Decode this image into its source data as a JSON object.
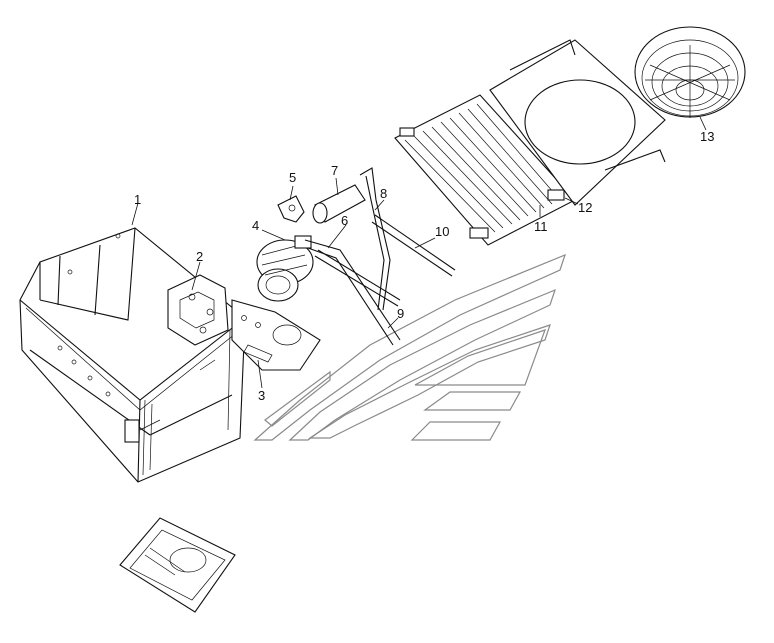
{
  "callouts": [
    {
      "id": "1",
      "text": "1"
    },
    {
      "id": "2",
      "text": "2"
    },
    {
      "id": "3",
      "text": "3"
    },
    {
      "id": "4",
      "text": "4"
    },
    {
      "id": "5",
      "text": "5"
    },
    {
      "id": "6",
      "text": "6"
    },
    {
      "id": "7",
      "text": "7"
    },
    {
      "id": "8",
      "text": "8"
    },
    {
      "id": "9",
      "text": "9"
    },
    {
      "id": "10",
      "text": "10"
    },
    {
      "id": "11",
      "text": "11"
    },
    {
      "id": "12",
      "text": "12"
    },
    {
      "id": "13",
      "text": "13"
    }
  ],
  "colors": {
    "line": "#111111",
    "watermark": "#8a8a8a",
    "background": "#ffffff"
  }
}
